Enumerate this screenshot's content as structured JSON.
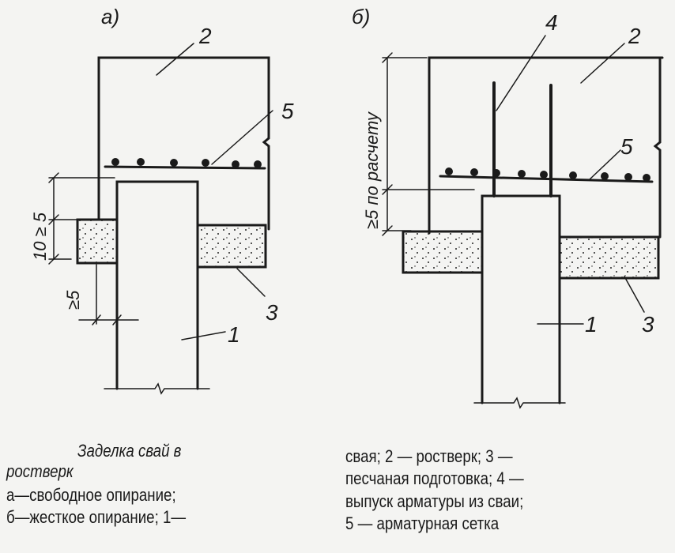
{
  "figure_a": {
    "label": "а)",
    "callouts": {
      "pile": "1",
      "cap": "2",
      "sand": "3",
      "mesh": "5"
    },
    "dim_vertical": "10 ≥ 5",
    "dim_horizontal": "≥5"
  },
  "figure_b": {
    "label": "б)",
    "callouts": {
      "pile": "1",
      "cap": "2",
      "sand": "3",
      "rebar": "4",
      "mesh": "5"
    },
    "dim_vertical": "≥5 по расчету"
  },
  "caption": {
    "title_line1": "Заделка свай в",
    "title_line2": "ростверк",
    "line3": "а—свободное  опирание;",
    "line4": "б—жесткое опирание; 1—",
    "right1": "свая; 2 — ростверк; 3 —",
    "right2": "песчаная подготовка; 4 —",
    "right3": "выпуск арматуры из сваи;",
    "right4": "5 — арматурная сетка"
  }
}
